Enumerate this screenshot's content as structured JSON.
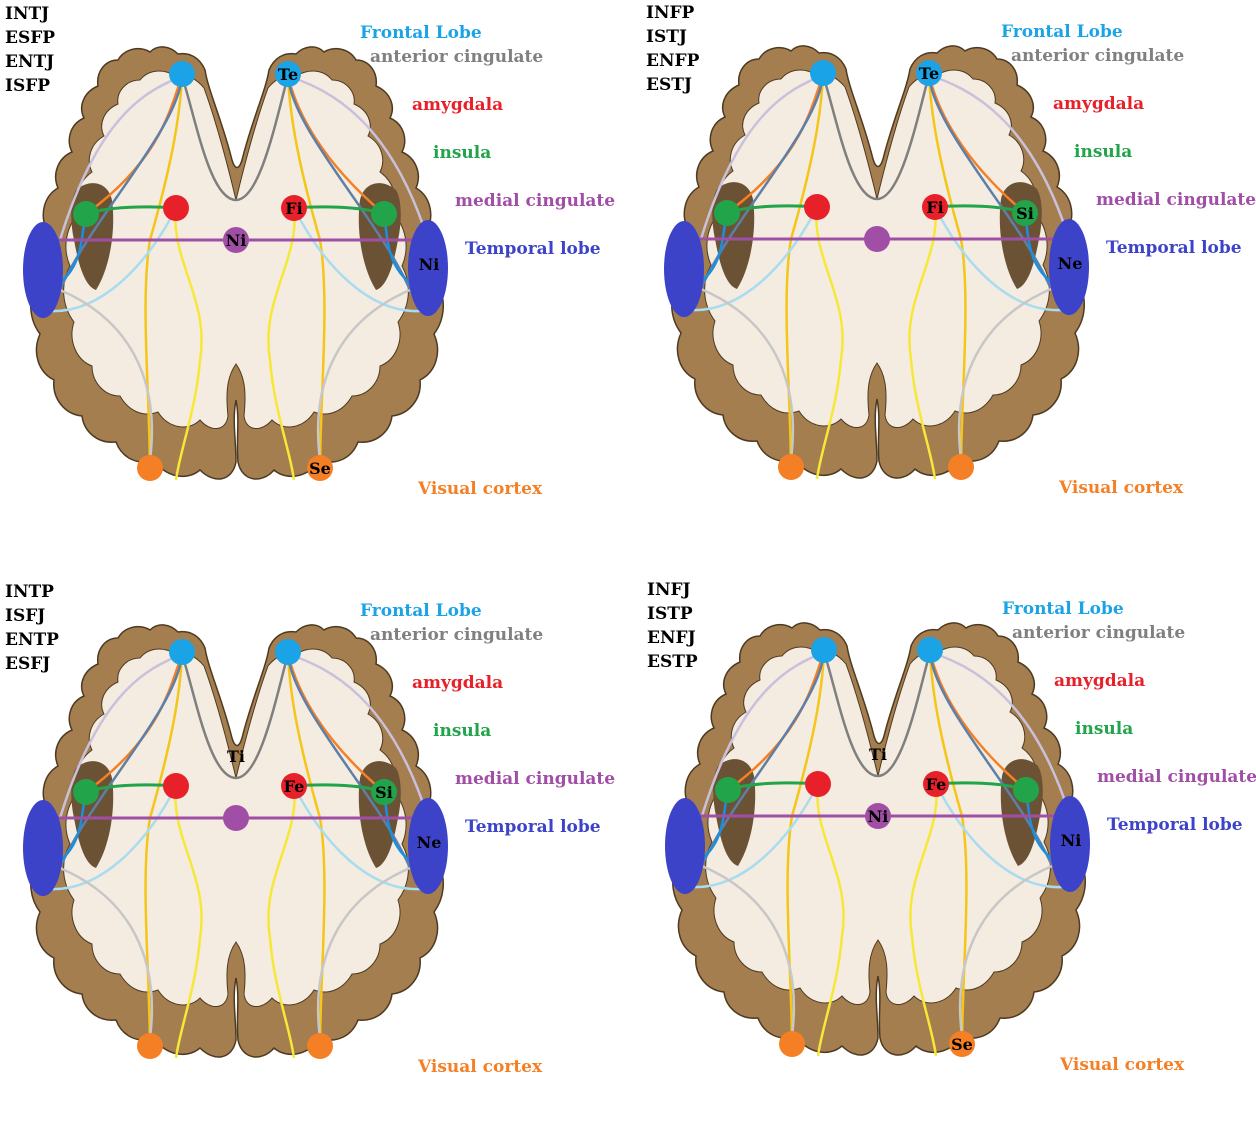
{
  "colors": {
    "frontal": "#1aa3e6",
    "anterior": "#808080",
    "amygdala": "#e8202a",
    "insula": "#21a44a",
    "medial": "#a14ea6",
    "temporal": "#3c43c9",
    "visual": "#f57f25",
    "cortex": "#a57e4f",
    "brain_fill": "#f4ece0",
    "dark_region": "#6b5235"
  },
  "labels": {
    "frontal": "Frontal Lobe",
    "anterior": "anterior cingulate",
    "amygdala": "amygdala",
    "insula": "insula",
    "medial": "medial cingulate",
    "temporal": "Temporal lobe",
    "visual": "Visual cortex"
  },
  "panels": [
    {
      "types": [
        "INTJ",
        "ESFP",
        "ENTJ",
        "ISFP"
      ],
      "nodes": {
        "frontal_r": "Te",
        "anterior": "",
        "amygdala_r": "Fi",
        "insula_r": "",
        "medial": "Ni",
        "temporal_r": "Ni",
        "visual_r": "Se"
      }
    },
    {
      "types": [
        "INFP",
        "ISTJ",
        "ENFP",
        "ESTJ"
      ],
      "nodes": {
        "frontal_r": "Te",
        "anterior": "",
        "amygdala_r": "Fi",
        "insula_r": "Si",
        "medial": "",
        "temporal_r": "Ne",
        "visual_r": ""
      }
    },
    {
      "types": [
        "INTP",
        "ISFJ",
        "ENTP",
        "ESFJ"
      ],
      "nodes": {
        "frontal_r": "",
        "anterior": "Ti",
        "amygdala_r": "Fe",
        "insula_r": "Si",
        "medial": "",
        "temporal_r": "Ne",
        "visual_r": ""
      }
    },
    {
      "types": [
        "INFJ",
        "ISTP",
        "ENFJ",
        "ESTP"
      ],
      "nodes": {
        "frontal_r": "",
        "anterior": "Ti",
        "amygdala_r": "Fe",
        "insula_r": "",
        "medial": "Ni",
        "temporal_r": "Ni",
        "visual_r": "Se"
      }
    }
  ]
}
